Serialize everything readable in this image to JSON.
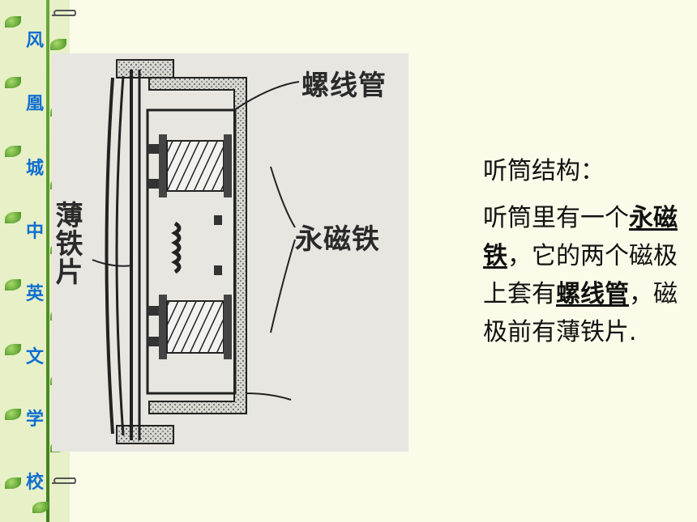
{
  "sidebar": {
    "school_chars": [
      "风",
      "凰",
      "城",
      "中",
      "英",
      "文",
      "学",
      "校"
    ]
  },
  "diagram": {
    "label_solenoid": "螺线管",
    "label_magnet": "永磁铁",
    "label_iron_sheet": "薄铁片"
  },
  "content": {
    "title": "听筒结构：",
    "p_before_magnet": "听筒里有一个",
    "magnet_term": "永磁铁",
    "p_middle": "，它的两个磁极上套有",
    "solenoid_term": "螺线管",
    "p_end": "，磁极前有薄铁片."
  },
  "colors": {
    "background": "#fbfbe9",
    "vine_green": "#3e8c1d",
    "school_blue": "#0f6ed1"
  }
}
